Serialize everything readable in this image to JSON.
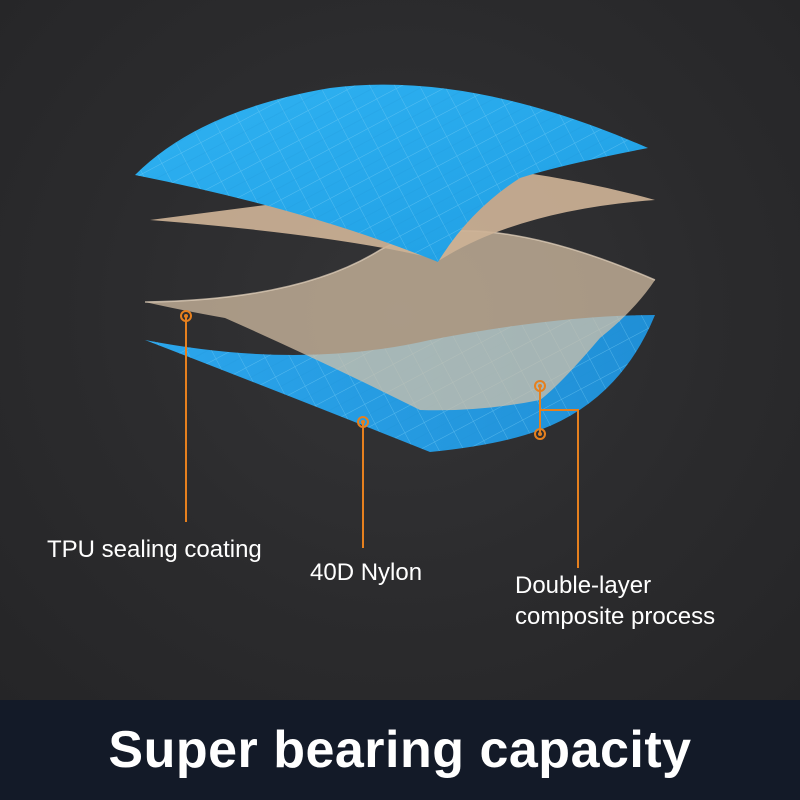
{
  "labels": {
    "tpu": "TPU sealing coating",
    "nylon": "40D Nylon",
    "double_line1": "Double-layer",
    "double_line2": "composite process"
  },
  "footer": {
    "title": "Super bearing capacity"
  },
  "colors": {
    "nylon_blue": "#27a7ea",
    "tpu_beige": "#cdb296",
    "callout_orange": "#e6801e",
    "footer_bg": "#131a28",
    "background": "#2a2a2c"
  }
}
